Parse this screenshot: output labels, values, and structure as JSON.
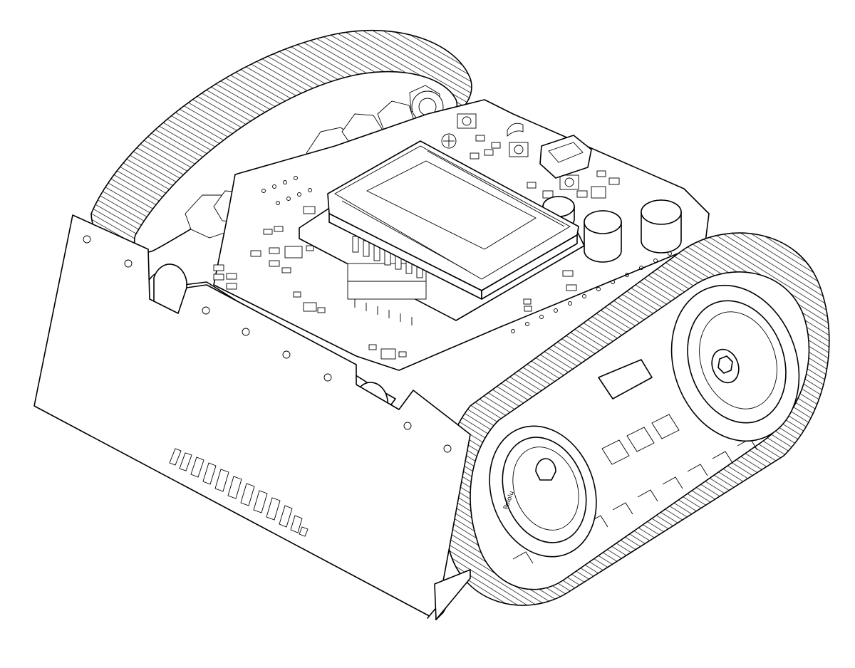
{
  "illustration": {
    "subject": "tracked-robot-chassis",
    "style": "black-line-art",
    "background_color": "#ffffff",
    "line_color": "#000000",
    "wheel_logo_text": "Pololu"
  }
}
